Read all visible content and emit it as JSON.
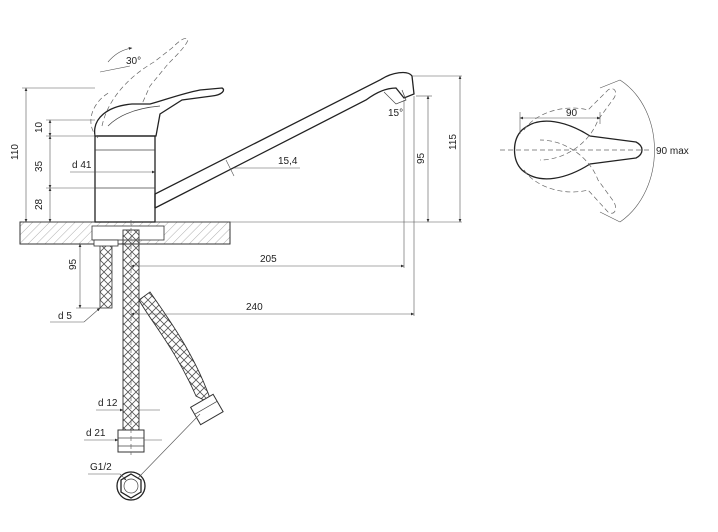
{
  "labels": {
    "angle_top": "30°",
    "angle_spout": "15°",
    "h_110": "110",
    "h_10": "10",
    "h_35": "35",
    "h_28": "28",
    "d41": "d 41",
    "spout_d": "15,4",
    "h_95_right": "95",
    "h_115": "115",
    "h_95_below": "95",
    "len_205": "205",
    "len_240": "240",
    "d5": "d 5",
    "d12": "d 12",
    "d21": "d 21",
    "g12": "G1/2",
    "top_90": "90",
    "top_90max": "90  max"
  }
}
